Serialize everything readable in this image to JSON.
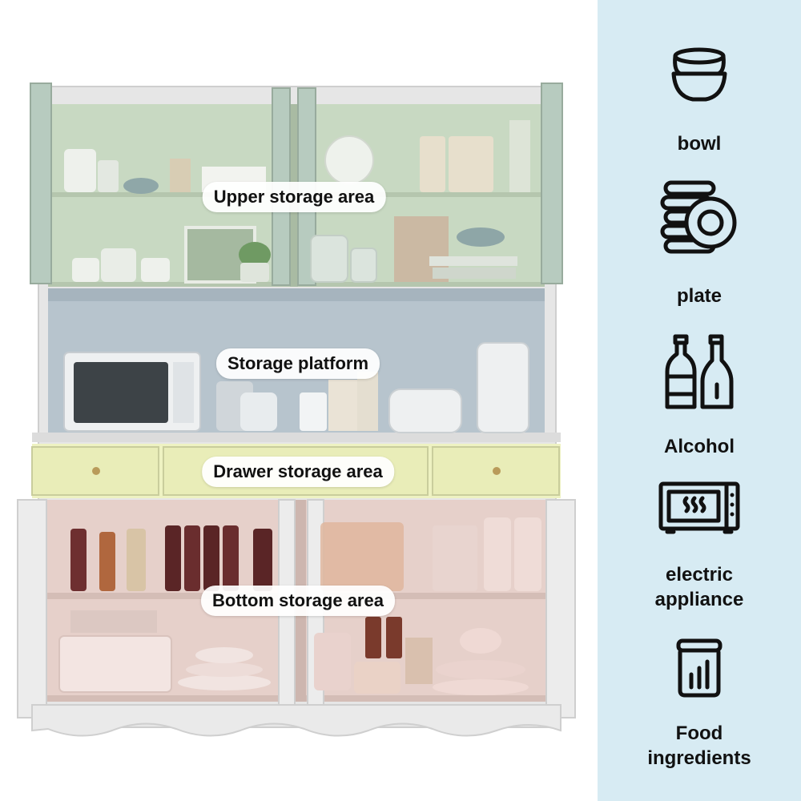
{
  "zones": [
    {
      "label": "Upper storage area"
    },
    {
      "label": "Storage platform"
    },
    {
      "label": "Drawer storage area"
    },
    {
      "label": "Bottom storage area"
    }
  ],
  "legend": [
    {
      "icon": "bowl-icon",
      "label": "bowl"
    },
    {
      "icon": "plate-icon",
      "label": "plate"
    },
    {
      "icon": "alcohol-icon",
      "label": "Alcohol"
    },
    {
      "icon": "microwave-icon",
      "label": "electric\nappliance"
    },
    {
      "icon": "food-jar-icon",
      "label": "Food\ningredients"
    }
  ],
  "colors": {
    "sidebar_bg": "#d7ebf3",
    "upper_tint": "#c6d8c2",
    "platform_tint": "#b6c3cc",
    "drawer_tint": "#eef2bf",
    "bottom_tint": "#e6cfc9"
  }
}
